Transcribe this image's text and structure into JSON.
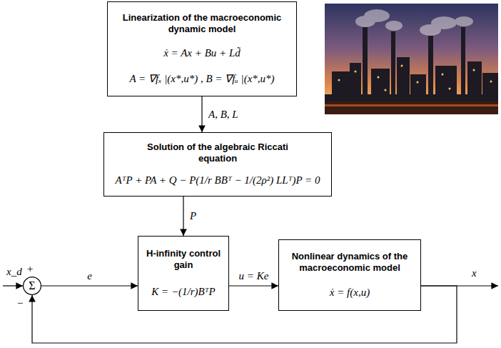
{
  "diagram": {
    "nodes": [
      {
        "text": [
          "Linearization of the macroeconomic dynamic model",
          "ẋ = Ax + Bu + Ld̃",
          "A = ∇fₓ |(x*,u*) , B = ∇fᵤ |(x*,u*)"
        ]
      },
      {
        "text": [
          "Solution of the algebraic Riccati equation",
          "AᵀP + PA + Q − P(1/r BBᵀ − 1/(2ρ²) LLᵀ)P = 0"
        ]
      },
      {
        "text": [
          "Σ"
        ]
      },
      {
        "text": [
          "H-infinity control gain",
          "K = −(1/r)BᵀP"
        ]
      },
      {
        "text": [
          "Nonlinear dynamics of the macroeconomic model",
          "ẋ = f(x,u)"
        ]
      }
    ],
    "edges": [
      {
        "from": 0,
        "to": 1,
        "arrow": "to",
        "label": "A, B, L"
      },
      {
        "from": 1,
        "to": 3,
        "arrow": "to",
        "label": "P"
      },
      {
        "from": 2,
        "to": 3,
        "arrow": "to",
        "label": "e"
      },
      {
        "from": 3,
        "to": 4,
        "arrow": "to",
        "label": "u = Ke"
      },
      {
        "from": 4,
        "to": 2,
        "arrow": "to"
      }
    ],
    "labels": [
      "x_d",
      "+",
      "−",
      "x"
    ]
  }
}
